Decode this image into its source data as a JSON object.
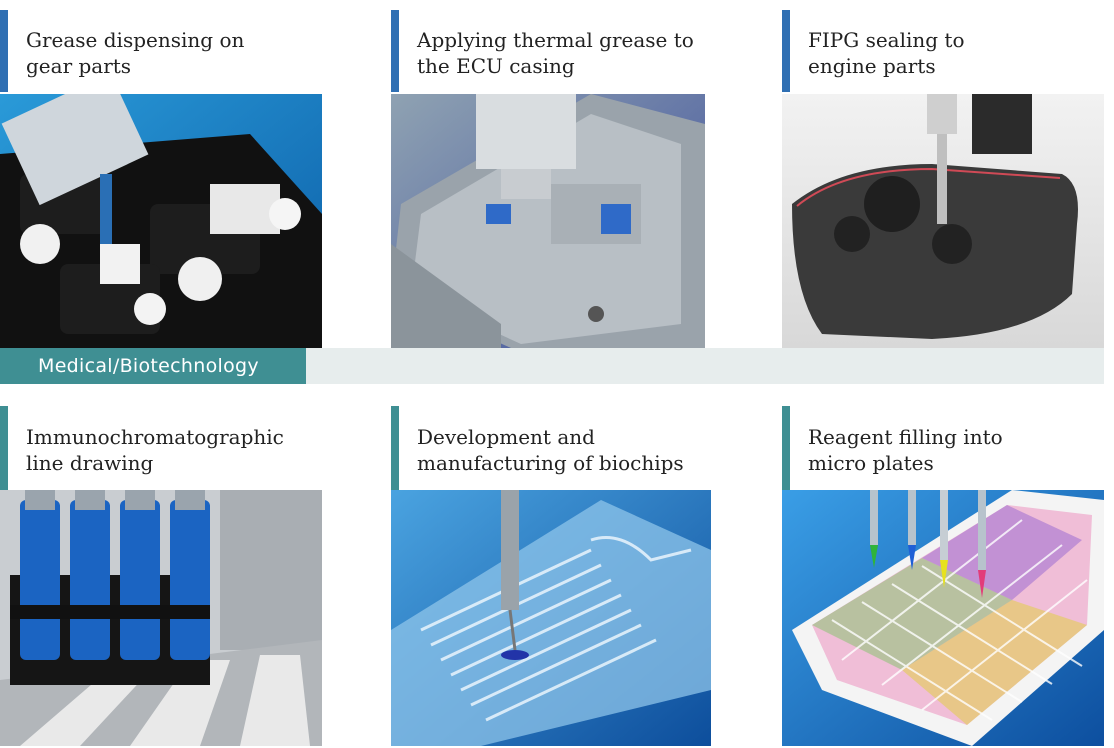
{
  "colors": {
    "accent_blue": "#2f6fb3",
    "accent_teal": "#3f8f93",
    "band_bg": "#e7eded",
    "caption_text": "#222222"
  },
  "top_row": [
    {
      "line1": "Grease dispensing on",
      "line2": "gear parts",
      "image": "gear-parts-photo"
    },
    {
      "line1": "Applying thermal grease to",
      "line2": "the ECU casing",
      "image": "ecu-casing-photo"
    },
    {
      "line1": "FIPG sealing to",
      "line2": "engine parts",
      "image": "engine-parts-photo"
    }
  ],
  "section_band": {
    "label": "Medical/Biotechnology"
  },
  "bottom_row": [
    {
      "line1": "Immunochromatographic",
      "line2": "line drawing",
      "image": "line-drawing-photo"
    },
    {
      "line1": "Development and",
      "line2": "manufacturing of biochips",
      "image": "biochip-photo"
    },
    {
      "line1": "Reagent filling into",
      "line2": "micro plates",
      "image": "micro-plate-photo"
    }
  ]
}
